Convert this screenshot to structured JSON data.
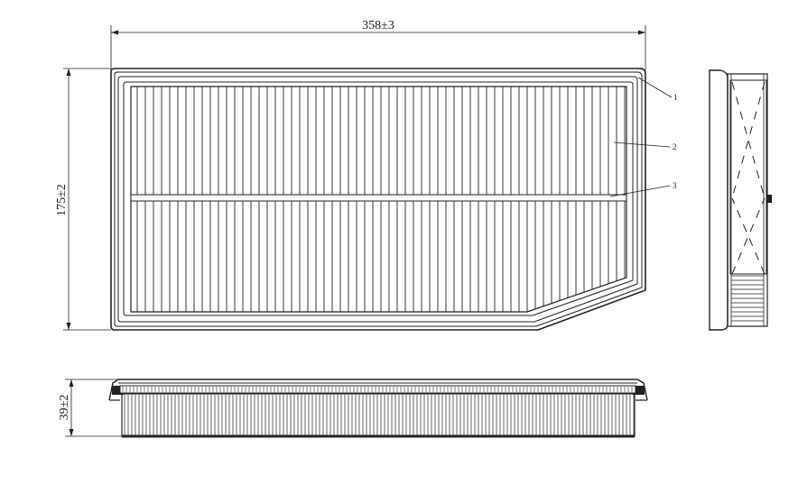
{
  "dimensions": {
    "length": "358±3",
    "width": "175±2",
    "height": "39±2"
  },
  "callouts": [
    {
      "label": "1"
    },
    {
      "label": "2"
    },
    {
      "label": "3"
    }
  ],
  "colors": {
    "line": "#222222",
    "background": "#ffffff"
  }
}
